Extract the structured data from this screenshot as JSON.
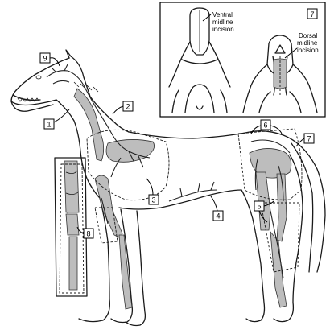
{
  "inset": {
    "badge": "7",
    "label_ventral_1": "Ventral",
    "label_ventral_2": "midline",
    "label_ventral_3": "incision",
    "label_dorsal_1": "Dorsal",
    "label_dorsal_2": "midline",
    "label_dorsal_3": "incision"
  },
  "callouts": {
    "c1": "1",
    "c2": "2",
    "c3": "3",
    "c4": "4",
    "c5": "5",
    "c6": "6",
    "c7": "7",
    "c8": "8",
    "c9": "9"
  }
}
